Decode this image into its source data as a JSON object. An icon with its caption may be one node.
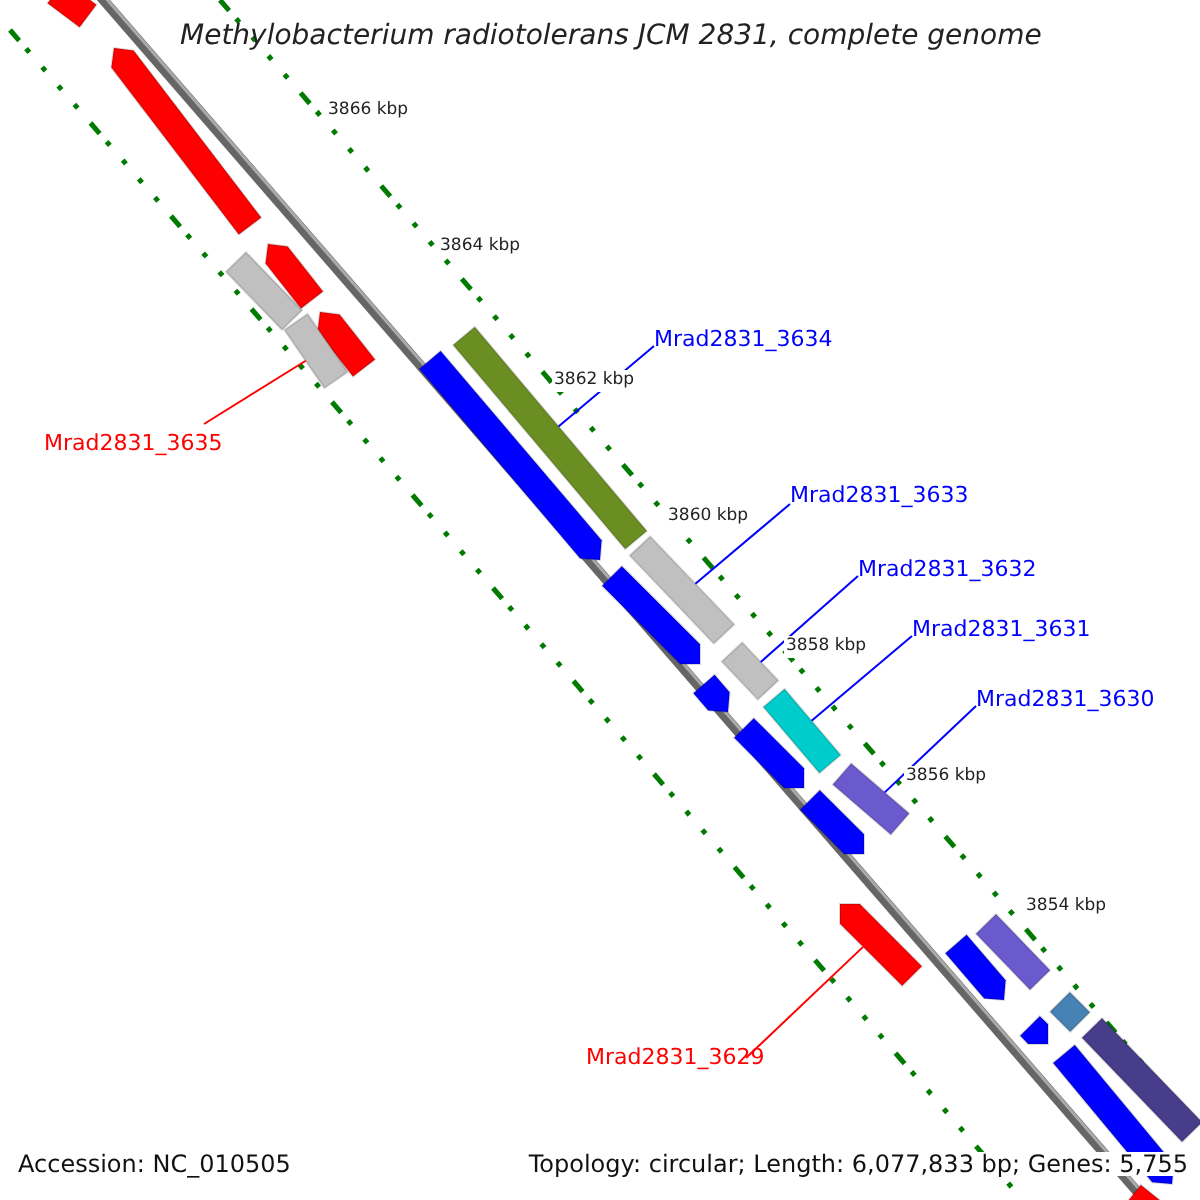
{
  "diagram": {
    "title": "Methylobacterium radiotolerans JCM 2831, complete genome",
    "nodes": [
      {
        "text": [
          "Mrad2831_3634"
        ]
      },
      {
        "text": [
          "Mrad2831_3635"
        ]
      },
      {
        "text": [
          "Mrad2831_3633"
        ]
      },
      {
        "text": [
          "Mrad2831_3632"
        ]
      },
      {
        "text": [
          "Mrad2831_3631"
        ]
      },
      {
        "text": [
          "Mrad2831_3630"
        ]
      },
      {
        "text": [
          "Mrad2831_3629"
        ]
      },
      {
        "text": [],
        "shape": "bar"
      },
      {
        "text": [],
        "shape": "bar"
      },
      {
        "text": [],
        "shape": "bar"
      },
      {
        "text": [],
        "shape": "bar"
      },
      {
        "text": [],
        "shape": "bar"
      },
      {
        "text": [],
        "shape": "bar"
      },
      {
        "text": [],
        "shape": "bar"
      },
      {
        "text": [],
        "shape": "bar"
      },
      {
        "text": [],
        "shape": "bar"
      },
      {
        "text": [],
        "shape": "bar"
      },
      {
        "text": [],
        "shape": "bar"
      },
      {
        "text": [],
        "shape": "bar"
      },
      {
        "text": [],
        "shape": "bar"
      },
      {
        "text": [],
        "shape": "bar"
      },
      {
        "text": [],
        "shape": "bar"
      },
      {
        "text": [],
        "shape": "bar"
      },
      {
        "text": [],
        "shape": "bar"
      },
      {
        "text": [],
        "shape": "bar"
      },
      {
        "text": [],
        "shape": "bar"
      },
      {
        "text": [],
        "shape": "bar"
      },
      {
        "text": [],
        "shape": "bar"
      },
      {
        "text": [],
        "shape": "bar"
      },
      {
        "text": [],
        "shape": "bar"
      },
      {
        "text": [],
        "shape": "bar"
      }
    ],
    "edges": [
      {
        "from": 1,
        "to": 12,
        "arrow": "none",
        "color": "#ff0000"
      },
      {
        "from": 0,
        "to": 14,
        "arrow": "none"
      },
      {
        "from": 2,
        "to": 16,
        "arrow": "none"
      },
      {
        "from": 3,
        "to": 18,
        "arrow": "none"
      },
      {
        "from": 4,
        "to": 20,
        "arrow": "none"
      },
      {
        "from": 5,
        "to": 22,
        "arrow": "none"
      },
      {
        "from": 6,
        "to": 23,
        "arrow": "none",
        "color": "#ff0000"
      }
    ],
    "labels": [
      "3866 kbp",
      "3864 kbp",
      "3862 kbp",
      "3860 kbp",
      "3858 kbp",
      "3856 kbp",
      "3854 kbp",
      "Accession: NC_010505",
      "Topology: circular; Length: 6,077,833 bp; Genes: 5,755"
    ]
  }
}
